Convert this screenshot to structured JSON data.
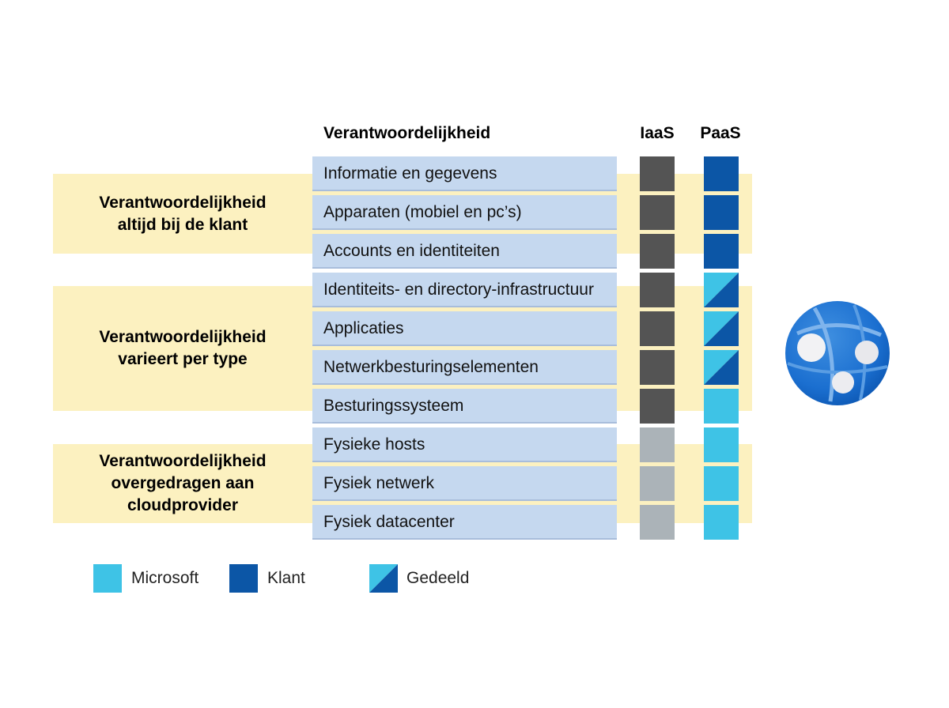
{
  "colors": {
    "band": "#fcf1c0",
    "row_box": "#c5d8ef",
    "iaas_dark": "#545454",
    "iaas_light": "#abb3b8",
    "microsoft": "#3ec3e6",
    "klant": "#0c56a6",
    "gedeeld_top": "#3ec3e6",
    "gedeeld_bottom": "#0c56a6"
  },
  "headers": {
    "responsibility": "Verantwoordelijkheid",
    "iaas": "IaaS",
    "paas": "PaaS"
  },
  "groups": [
    {
      "label": "Verantwoordelijkheid\naltijd bij de klant"
    },
    {
      "label": "Verantwoordelijkheid\nvarieert per type"
    },
    {
      "label": "Verantwoordelijkheid\novergedragen aan\ncloudprovider"
    }
  ],
  "rows": [
    {
      "label": "Informatie en gegevens",
      "iaas": "dark",
      "paas": "klant"
    },
    {
      "label": "Apparaten (mobiel en pc’s)",
      "iaas": "dark",
      "paas": "klant"
    },
    {
      "label": "Accounts en identiteiten",
      "iaas": "dark",
      "paas": "klant"
    },
    {
      "label": "Identiteits- en directory-infrastructuur",
      "iaas": "dark",
      "paas": "gedeeld"
    },
    {
      "label": "Applicaties",
      "iaas": "dark",
      "paas": "gedeeld"
    },
    {
      "label": "Netwerkbesturingselementen",
      "iaas": "dark",
      "paas": "gedeeld"
    },
    {
      "label": "Besturingssysteem",
      "iaas": "dark",
      "paas": "microsoft"
    },
    {
      "label": "Fysieke hosts",
      "iaas": "light",
      "paas": "microsoft"
    },
    {
      "label": "Fysiek netwerk",
      "iaas": "light",
      "paas": "microsoft"
    },
    {
      "label": "Fysiek datacenter",
      "iaas": "light",
      "paas": "microsoft"
    }
  ],
  "legend": [
    {
      "key": "microsoft",
      "label": "Microsoft"
    },
    {
      "key": "klant",
      "label": "Klant"
    },
    {
      "key": "gedeeld",
      "label": "Gedeeld"
    }
  ],
  "logo": {
    "icon": "app-service-globe-icon"
  }
}
